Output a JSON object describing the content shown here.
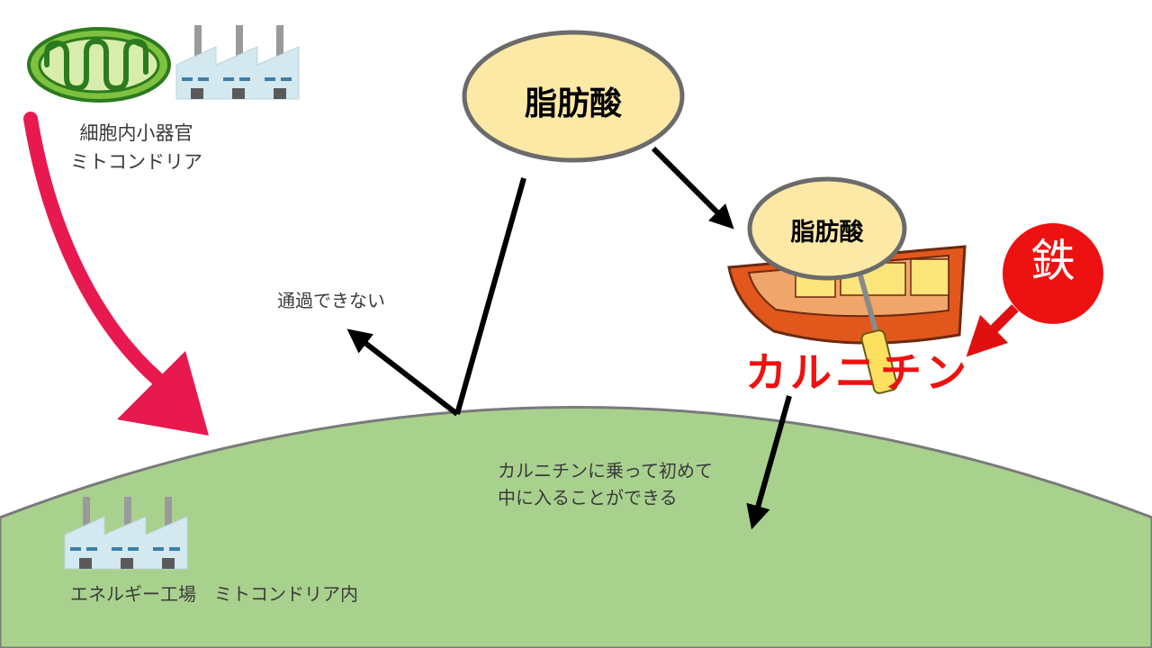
{
  "fatty_acid_outside": "脂肪酸",
  "fatty_acid_on_boat": "脂肪酸",
  "organelle_caption": [
    "細胞内小器官",
    "ミトコンドリア"
  ],
  "cannot_pass": "通過できない",
  "carnitine": "カルニチン",
  "iron": "鉄",
  "carnitine_note": [
    "カルニチンに乗って初めて",
    "中に入ることができる"
  ],
  "factory_caption": "エネルギー工場　ミトコンドリア内",
  "colors": {
    "mitochondria_fill": "#a9d18e",
    "mitochondria_outline": "#7a7a7a",
    "fatty_acid_fill": "#fde9a6",
    "fatty_acid_outline": "#6b6b6b",
    "boat_fill": "#e2571c",
    "boat_seats": "#fbe57a",
    "carnitine_text": "#ee1111",
    "iron_circle": "#ee1111",
    "big_arrow": "#e8194f",
    "factory_fill": "#d3e8ef",
    "arrows": "#000000"
  }
}
